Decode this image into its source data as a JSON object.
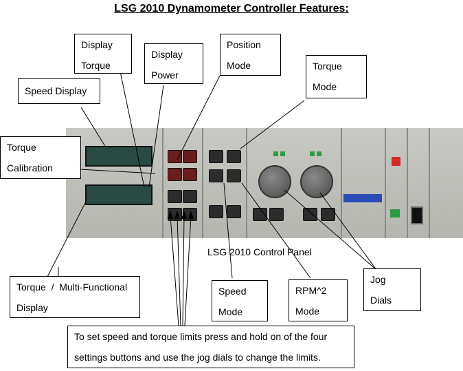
{
  "title": "LSG 2010 Dynamometer Controller Features:",
  "caption": "LSG 2010 Control Panel",
  "labels": {
    "display_torque": [
      "Display",
      "Torque"
    ],
    "display_power": [
      "Display",
      "Power"
    ],
    "position_mode": [
      "Position",
      "Mode"
    ],
    "speed_display": [
      "Speed Display"
    ],
    "torque_mode": [
      "Torque",
      "Mode"
    ],
    "torque_calibration": [
      "Torque",
      "Calibration"
    ],
    "multi_display": [
      "Torque  /  Multi-Functional",
      "Display"
    ],
    "speed_mode": [
      "Speed",
      "Mode"
    ],
    "rpm2_mode": [
      "RPM^2",
      "Mode"
    ],
    "jog_dials": [
      "Jog",
      "Dials"
    ],
    "limits_note": [
      "To set speed and torque limits press and hold on of the four",
      "settings buttons  and use the jog dials to change the limits."
    ]
  },
  "colors": {
    "panel": "#c0c0bb",
    "screen": "#2a4a44",
    "led_green": "#2f9a45",
    "led_red": "#d22a2a",
    "plaque": "#2a4bb4"
  }
}
